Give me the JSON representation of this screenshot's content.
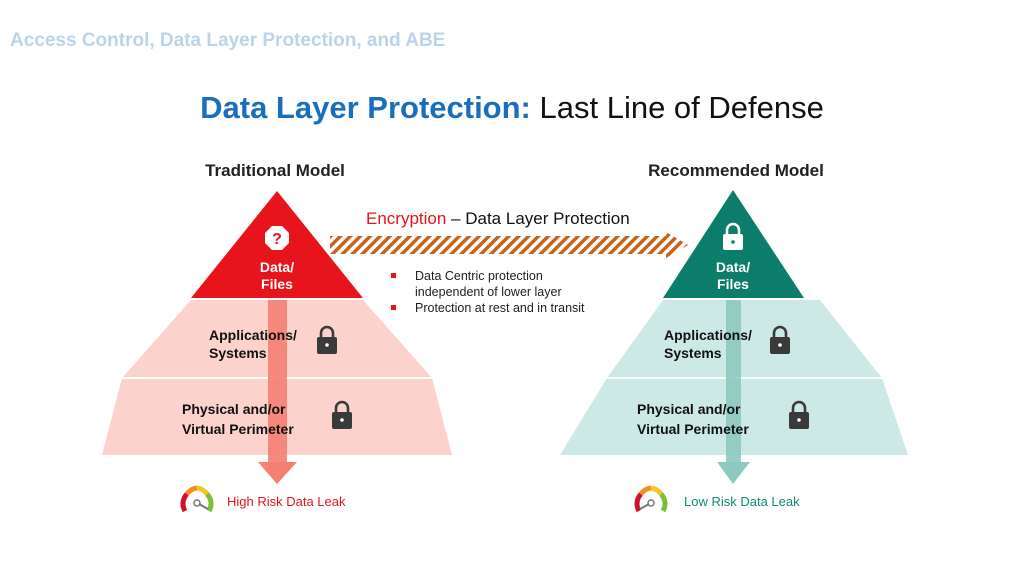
{
  "header": {
    "section_title": "Access Control, Data Layer Protection, and ABE",
    "title_emphasis": "Data Layer Protection:",
    "title_rest": " Last Line of Defense"
  },
  "traditional": {
    "title": "Traditional Model",
    "top_label_1": "Data/",
    "top_label_2": "Files",
    "middle_label_1": "Applications/",
    "middle_label_2": "Systems",
    "bottom_label_1": "Physical and/or",
    "bottom_label_2": "Virtual Perimeter",
    "risk_label": "High Risk Data Leak",
    "top_icon": "warning-question-icon"
  },
  "recommended": {
    "title": "Recommended Model",
    "top_label_1": "Data/",
    "top_label_2": "Files",
    "middle_label_1": "Applications/",
    "middle_label_2": "Systems",
    "bottom_label_1": "Physical and/or",
    "bottom_label_2": "Virtual Perimeter",
    "risk_label": "Low Risk Data Leak",
    "top_icon": "lock-icon"
  },
  "encryption": {
    "keyword": "Encryption",
    "rest": " – Data Layer Protection",
    "bullets": [
      [
        "Data Centric protection",
        "independent of lower layer"
      ],
      [
        "Protection at rest and in transit"
      ]
    ]
  },
  "colors": {
    "section_title": "#bcd3ec",
    "title_blue": "#1a6fbd",
    "red_top": "#e8141c",
    "red_light": "#fbd3cc",
    "red_arrow": "#f47f73",
    "teal_top": "#0c7d6a",
    "teal_light": "#cde9e5",
    "teal_arrow": "#8ec9c0",
    "hatch": "#c8631a",
    "lock": "#3a3a3a",
    "risk_high": "#e5141b",
    "risk_low": "#0f8c77"
  }
}
